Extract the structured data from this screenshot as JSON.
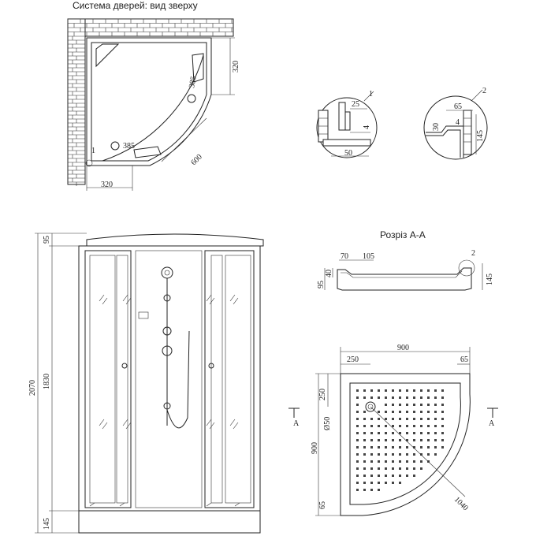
{
  "top_view": {
    "title": "Система дверей: вид зверху",
    "dim_side": "320",
    "dim_bottom": "320",
    "dim_r1": "385",
    "dim_r2": "385",
    "dim_arc": "600",
    "callout": "1"
  },
  "detail1": {
    "callout": "1",
    "dim_a": "25",
    "dim_b": "4",
    "dim_w": "50"
  },
  "detail2": {
    "callout": "2",
    "dim_top": "65",
    "dim_side": "30",
    "dim_inner": "4",
    "dim_h": "145"
  },
  "section": {
    "title": "Розріз А-А",
    "dim_70": "70",
    "dim_105": "105",
    "dim_95": "95",
    "dim_40": "40",
    "dim_145": "145",
    "callout": "2"
  },
  "front": {
    "dim_total": "2070",
    "dim_top": "95",
    "dim_mid": "1830",
    "dim_bottom": "145"
  },
  "tray": {
    "dim_width": "900",
    "dim_250a": "250",
    "dim_65a": "65",
    "dim_250b": "250",
    "dim_height": "900",
    "dim_65b": "65",
    "dim_drain": "Ø50",
    "dim_diag": "1040",
    "cut_left": "A",
    "cut_right": "A"
  }
}
